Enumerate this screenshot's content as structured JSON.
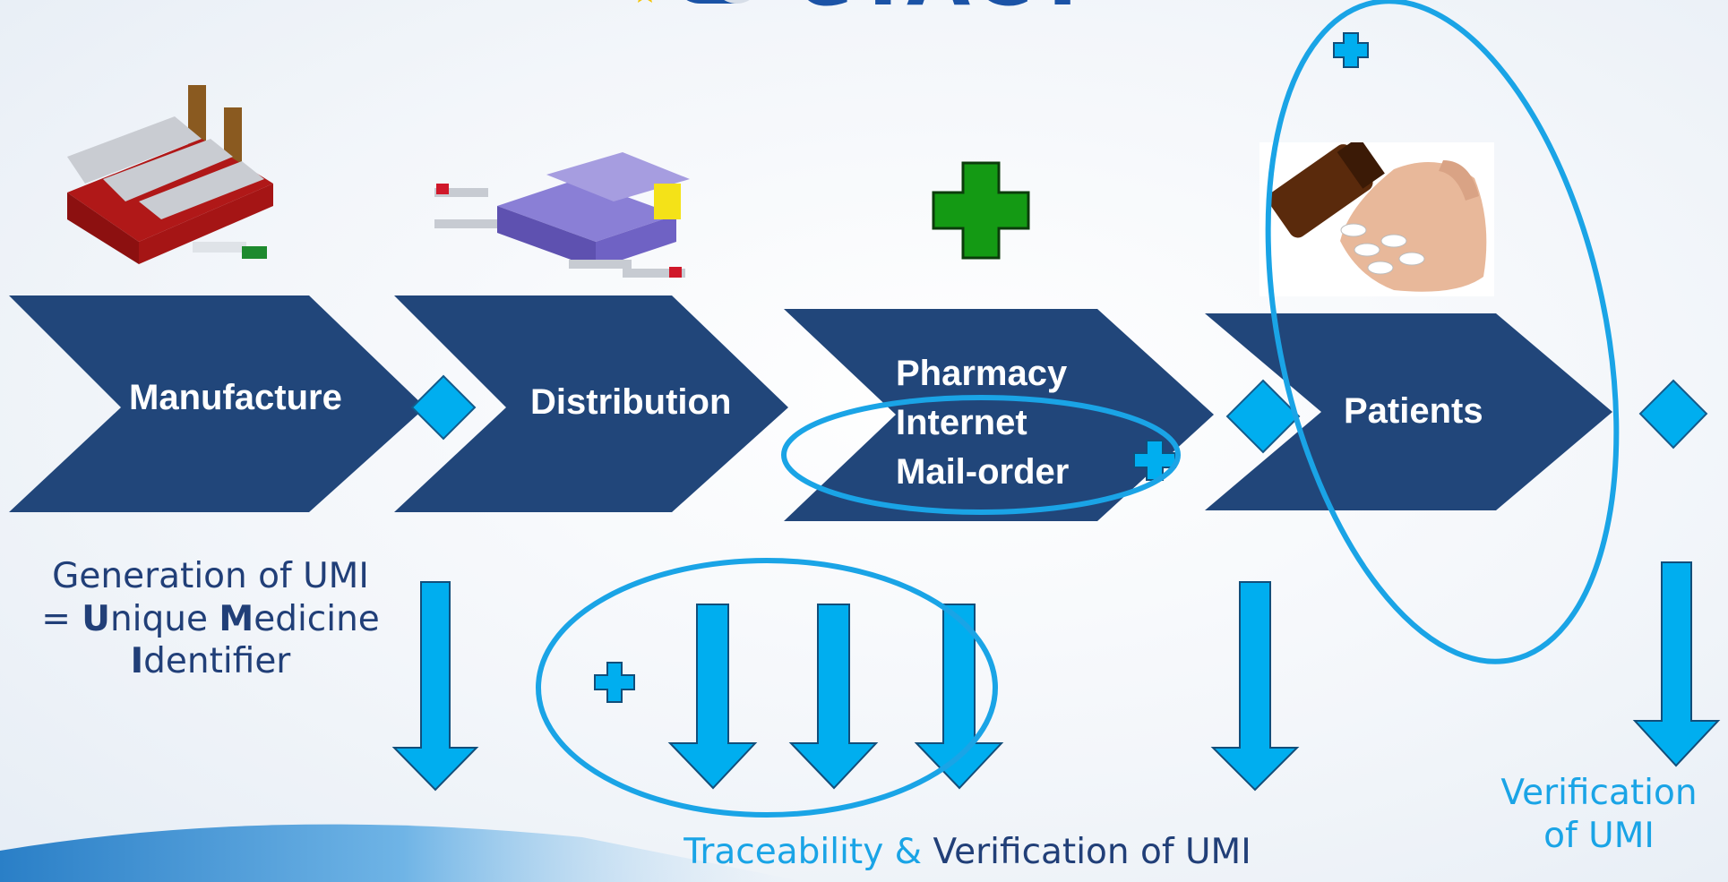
{
  "logo": {
    "text": "eTACT"
  },
  "stages": [
    {
      "label": "Manufacture"
    },
    {
      "label": "Distribution"
    },
    {
      "lines": [
        "Pharmacy",
        "Internet",
        "Mail-order"
      ]
    },
    {
      "label": "Patients"
    }
  ],
  "generation": {
    "line1": "Generation of UMI",
    "line2_prefix": "= ",
    "u": "U",
    "nique": "nique ",
    "m": "M",
    "edicine": "edicine",
    "i": "I",
    "dentifier": "dentifier"
  },
  "bottom_label": {
    "part1": "Traceability & ",
    "part2": "Verification of UMI"
  },
  "verification_label": {
    "line1": "Verification",
    "line2": "of UMI"
  },
  "colors": {
    "chevron": "#21467a",
    "accent": "#00aeef",
    "green_cross": "#149a14",
    "navy_text": "#213f78"
  }
}
